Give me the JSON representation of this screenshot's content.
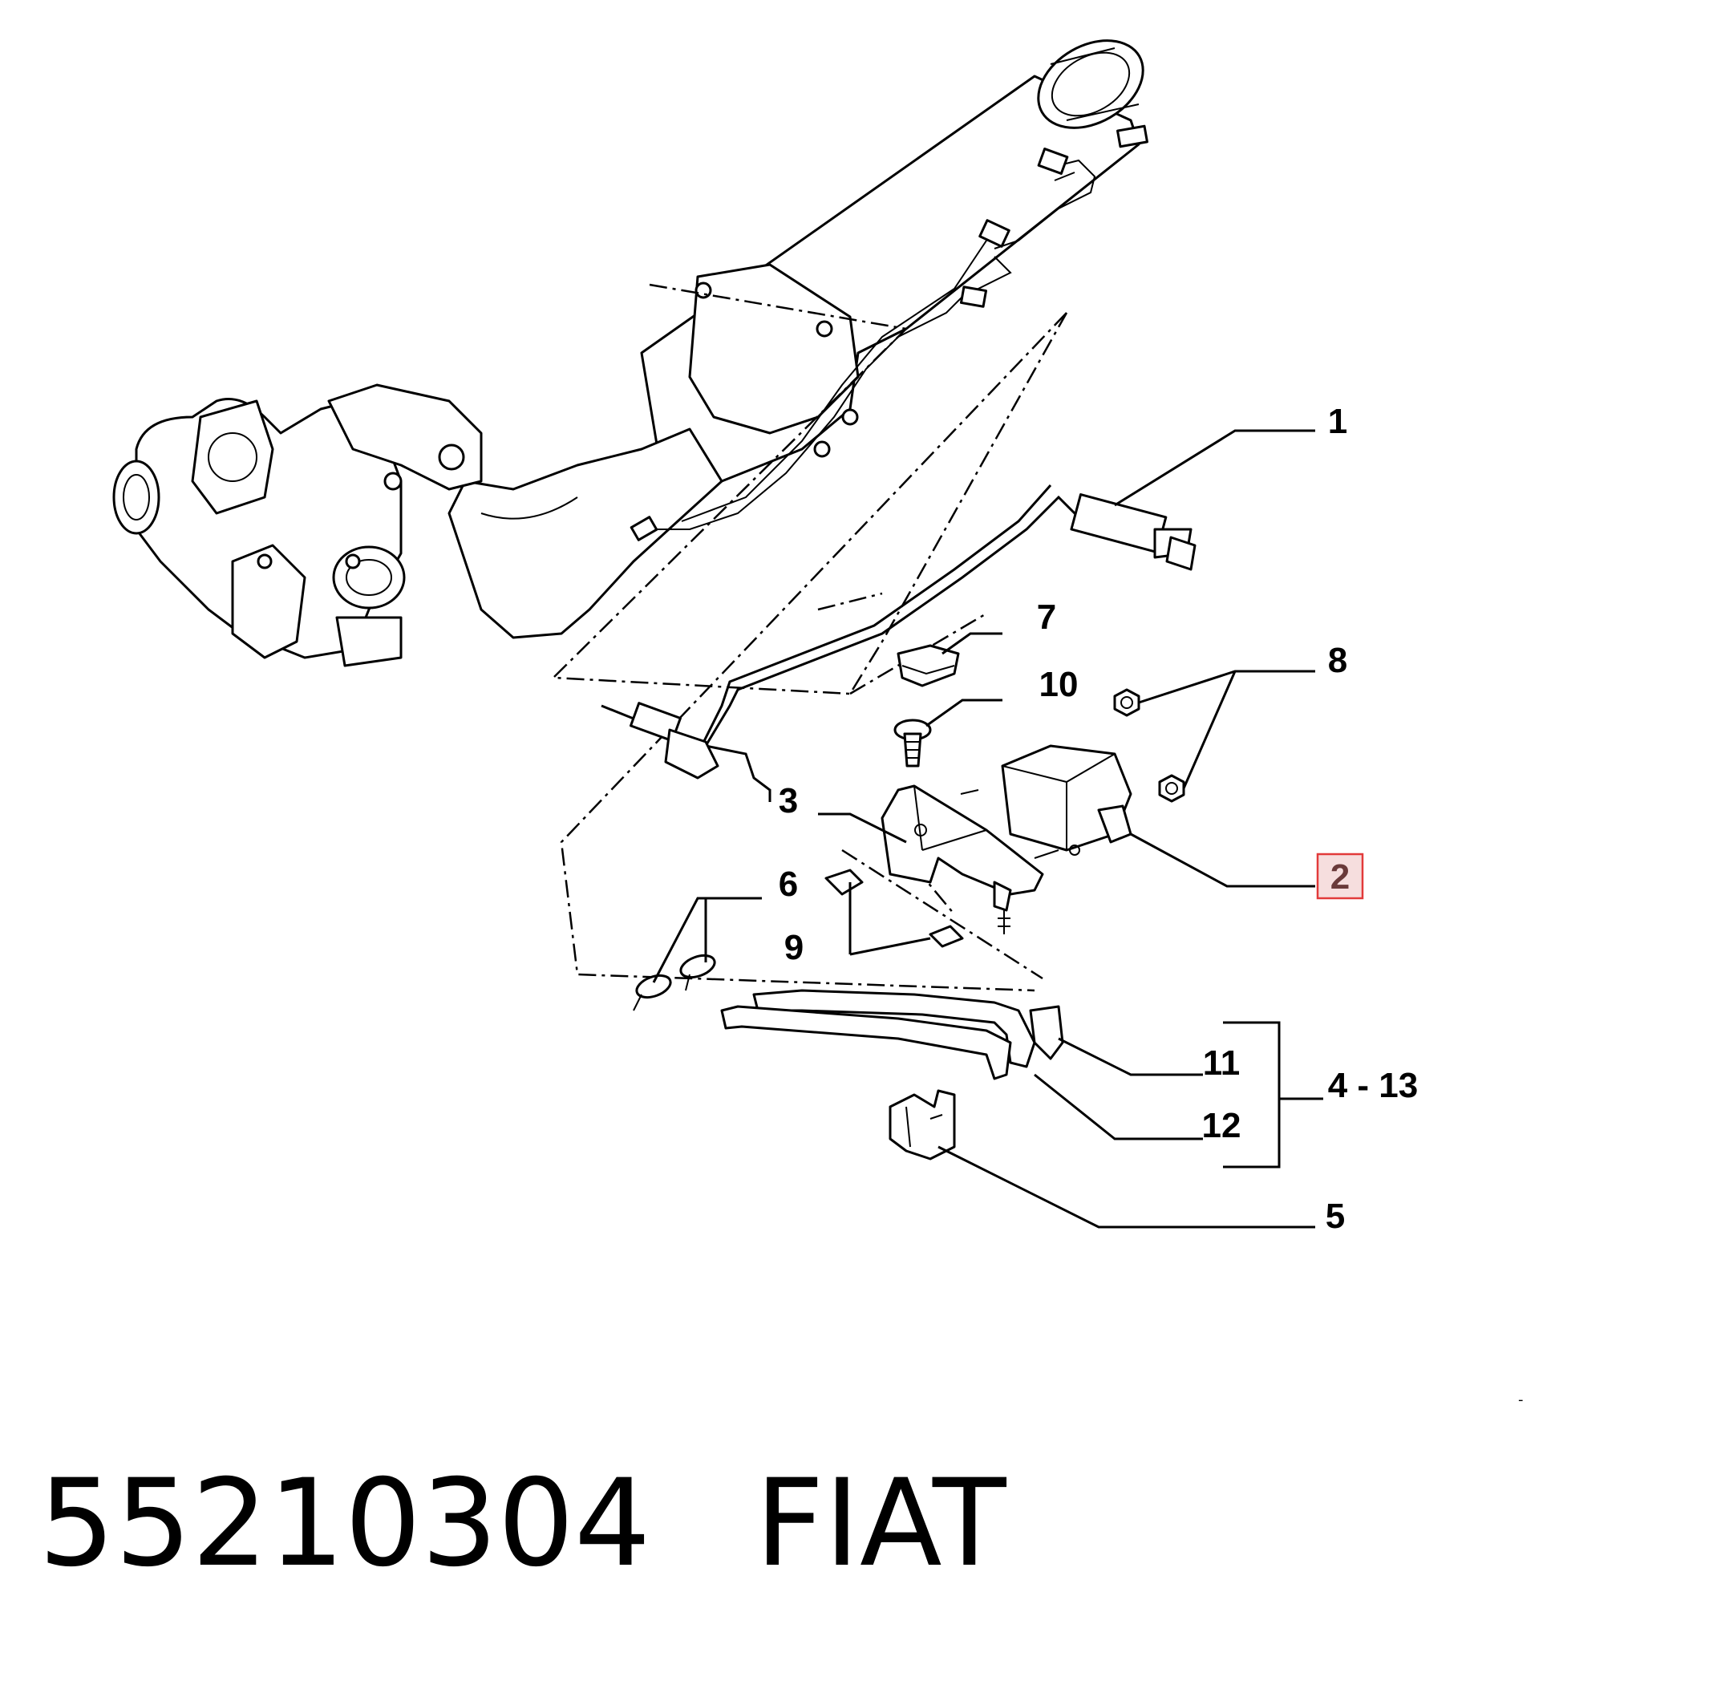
{
  "diagram": {
    "callouts": {
      "c1": "1",
      "c2": "2",
      "c3": "3",
      "c5": "5",
      "c6": "6",
      "c7": "7",
      "c8": "8",
      "c9": "9",
      "c10": "10",
      "c11": "11",
      "c12": "12",
      "c4_13": "4 - 13"
    },
    "highlighted_callout": "2",
    "highlight_color": "#e23a3a"
  },
  "footer": {
    "part_number": "55210304",
    "brand": "FIAT"
  },
  "corner_mark": "-"
}
